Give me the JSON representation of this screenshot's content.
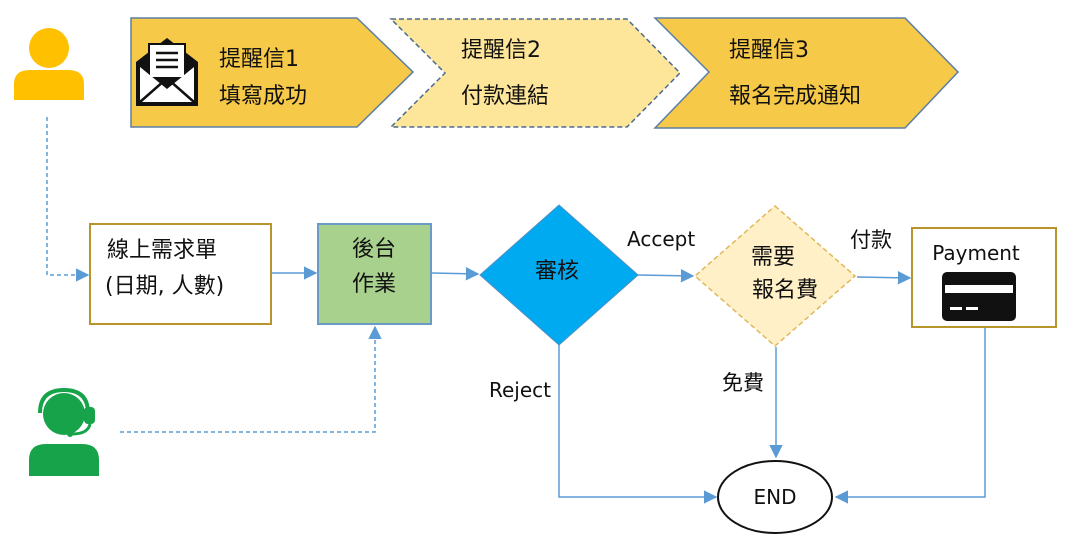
{
  "colors": {
    "chevron_dark": "#f7c948",
    "chevron_light": "#fde59a",
    "chevron_border": "#5b7ea6",
    "user_icon": "#ffc000",
    "agent_icon": "#16a34a",
    "box_border": "#b8952a",
    "process_fill": "#a9d18e",
    "process_border": "#6a9bc7",
    "review_fill": "#00aaf0",
    "fee_fill": "#fff0c8",
    "arrow": "#5b9bd5"
  },
  "icons": {
    "user": "user-icon",
    "agent": "headset-agent-icon",
    "mail": "envelope-letter-icon",
    "card": "credit-card-icon"
  },
  "reminders": [
    {
      "line1": "提醒信1",
      "line2": "填寫成功"
    },
    {
      "line1": "提醒信2",
      "line2": "付款連結"
    },
    {
      "line1": "提醒信3",
      "line2": "報名完成通知"
    }
  ],
  "flow": {
    "form": {
      "line1": "線上需求單",
      "line2": "(日期, 人數)"
    },
    "backend": {
      "line1": "後台",
      "line2": "作業"
    },
    "review": {
      "label": "審核"
    },
    "fee": {
      "line1": "需要",
      "line2": "報名費"
    },
    "payment": {
      "label": "Payment"
    },
    "end": {
      "label": "END"
    },
    "edges": {
      "accept": "Accept",
      "pay": "付款",
      "free": "免費",
      "reject": "Reject"
    }
  }
}
